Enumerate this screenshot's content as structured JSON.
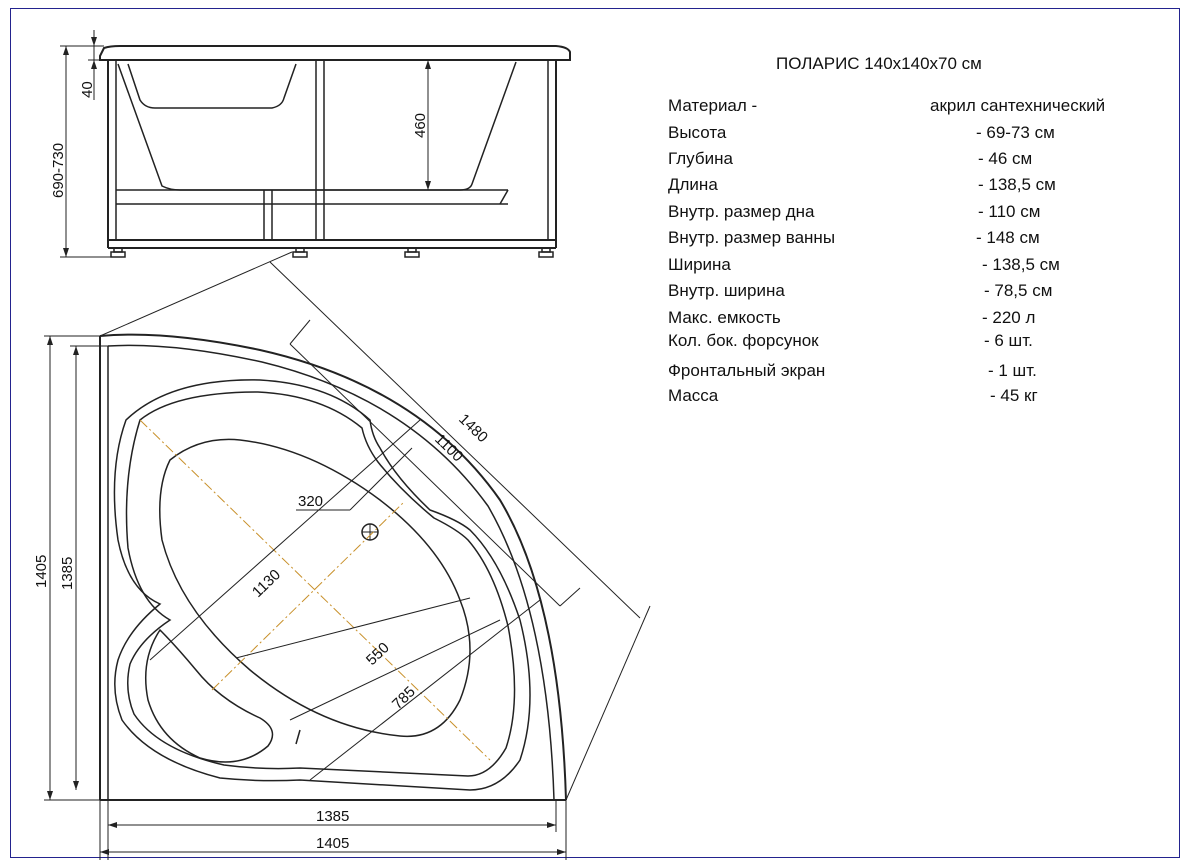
{
  "title": "ПОЛАРИС 140х140х70 см",
  "specs": [
    {
      "label": "Материал -",
      "value": "акрил сантехнический"
    },
    {
      "label": "Высота",
      "value": "- 69-73 см"
    },
    {
      "label": "Глубина",
      "value": "- 46 см"
    },
    {
      "label": "Длина",
      "value": "- 138,5 см"
    },
    {
      "label": "Внутр. размер дна",
      "value": "- 110 см"
    },
    {
      "label": "Внутр. размер ванны",
      "value": "- 148 см"
    },
    {
      "label": "Ширина",
      "value": "- 138,5 см"
    },
    {
      "label": "Внутр. ширина",
      "value": "- 78,5 см"
    },
    {
      "label": "Макс. емкость",
      "value": "- 220 л"
    },
    {
      "label": "Кол. бок. форсунок",
      "value": "- 6 шт."
    },
    {
      "label": "Фронтальный экран",
      "value": "- 1 шт."
    },
    {
      "label": "Масса",
      "value": "- 45 кг"
    }
  ],
  "dimensions": {
    "total_height": "690-730",
    "rim": "40",
    "depth": "460",
    "left_outer": "1405",
    "left_inner": "1385",
    "bottom_inner": "1385",
    "bottom_outer": "1405",
    "diagonal_outer": "1480",
    "diagonal_inner": "1100",
    "drain_offset": "320",
    "bowl_length": "1130",
    "bowl_width": "550",
    "inner_width": "785"
  }
}
